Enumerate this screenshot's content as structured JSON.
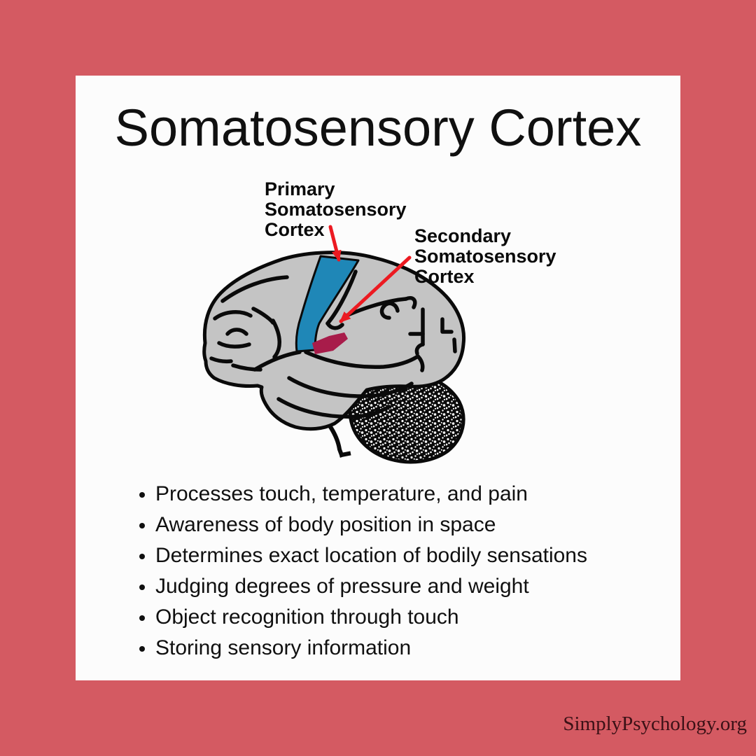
{
  "theme": {
    "bg": "#d45a62",
    "card-bg": "#fcfcfc",
    "text": "#101010",
    "ink": "#0a0a0a",
    "brain-gray": "#c4c4c4",
    "primary-blue": "#1f87b7",
    "secondary-crimson": "#a81c4a",
    "arrow-red": "#ec1a21",
    "watermark-color": "#3b1116"
  },
  "card": {
    "title": "Somatosensory Cortex"
  },
  "diagram": {
    "primary_label": "Primary\nSomatosensory\nCortex",
    "secondary_label": "Secondary\nSomatosensory\nCortex",
    "regions": [
      {
        "name": "primary-somatosensory-cortex",
        "highlight_color": "#1f87b7"
      },
      {
        "name": "secondary-somatosensory-cortex",
        "highlight_color": "#a81c4a"
      }
    ]
  },
  "functions_list": {
    "items": [
      "Processes touch, temperature, and pain",
      "Awareness of body position in space",
      "Determines exact location of bodily sensations",
      "Judging degrees of pressure and weight",
      "Object recognition through touch",
      "Storing sensory information"
    ]
  },
  "footer": {
    "watermark": "SimplyPsychology.org"
  }
}
